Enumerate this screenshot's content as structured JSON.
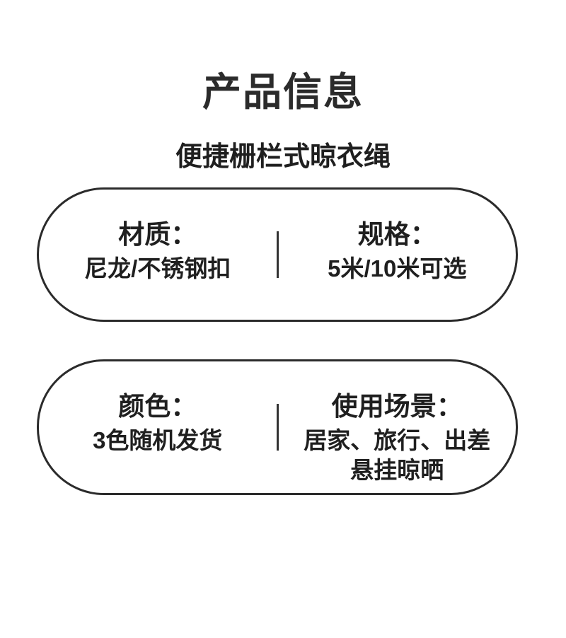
{
  "title": "产品信息",
  "subtitle": "便捷栅栏式晾衣绳",
  "colors": {
    "text": "#1f1f1f",
    "border": "#2b2b2b",
    "divider": "#333333",
    "background": "#ffffff"
  },
  "cards": [
    {
      "left": {
        "label": "材质：",
        "line1": "尼龙/不锈钢扣"
      },
      "right": {
        "label": "规格：",
        "line1": "5米/10米可选"
      }
    },
    {
      "left": {
        "label": "颜色：",
        "line1": "3色随机发货"
      },
      "right": {
        "label": "使用场景：",
        "line1": "居家、旅行、出差",
        "line2": "悬挂晾晒"
      }
    }
  ]
}
